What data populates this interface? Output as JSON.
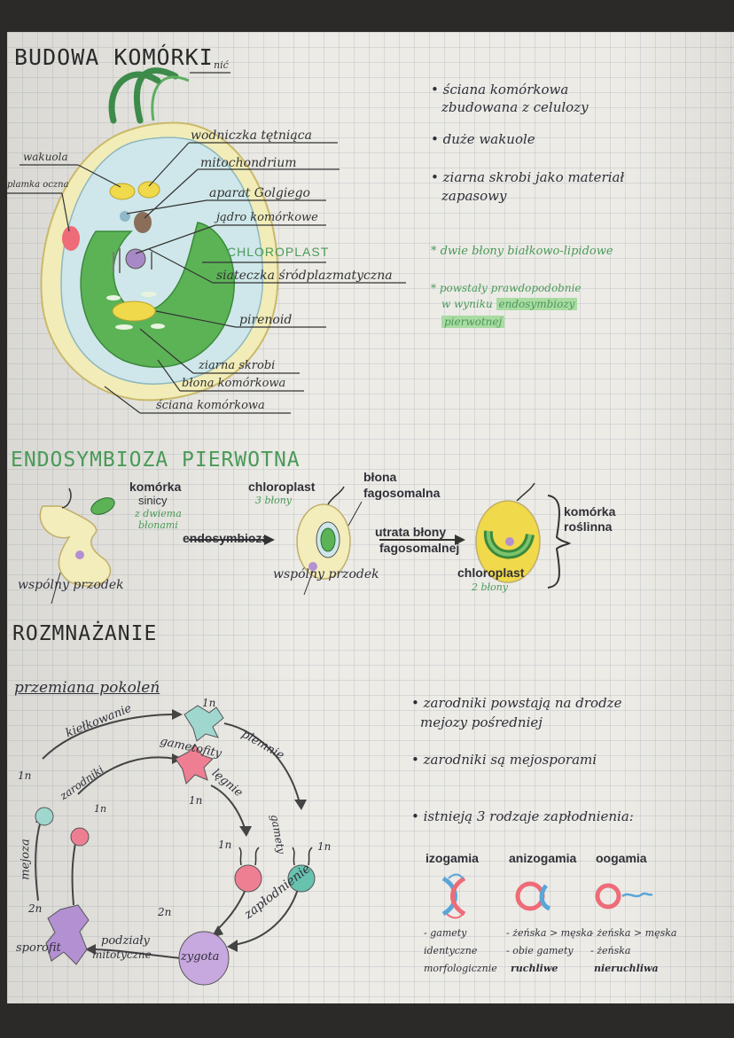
{
  "titles": {
    "budowa": "BUDOWA KOMÓRKI",
    "endosymbioza": "ENDOSYMBIOZA PIERWOTNA",
    "rozmnazanie": "ROZMNAŻANIE"
  },
  "cell_labels": {
    "nic": "nić",
    "wodniczka": "wodniczka tętniąca",
    "wakuola": "wakuola",
    "mitochondrium": "mitochondrium",
    "plamka": "plamka oczna",
    "golgi": "aparat Golgiego",
    "jadro": "jądro komórkowe",
    "chloroplast": "CHLOROPLAST",
    "siateczka": "siateczka śródplazmatyczna",
    "pirenoid": "pirenoid",
    "ziarna": "ziarna skrobi",
    "blona": "błona komórkowa",
    "sciana": "ściana komórkowa"
  },
  "notes": {
    "n1a": "ściana komórkowa",
    "n1b": "zbudowana z celulozy",
    "n2": "duże wakuole",
    "n3a": "ziarna skrobi jako materiał",
    "n3b": "zapasowy",
    "n4": "* dwie błony białkowo-lipidowe",
    "n5a": "* powstały prawdopodobnie",
    "n5b": "w wyniku",
    "n5c": "endosymbiozy",
    "n5d": "pierwotnej"
  },
  "endo": {
    "komorka_a": "komórka",
    "komorka_b": "sinicy",
    "dwiema_a": "z dwiema",
    "dwiema_b": "błonami",
    "proces1": "endosymbioza",
    "przodek1": "wspólny przodek",
    "chloroplast1": "chloroplast",
    "blony3": "3 błony",
    "blona_a": "błona",
    "blona_b": "fagosomalna",
    "przodek2": "wspólny przodek",
    "utrata_a": "utrata błony",
    "utrata_b": "fagosomalnej",
    "chloroplast2": "chloroplast",
    "blony2": "2 błony",
    "roslinna_a": "komórka",
    "roslinna_b": "roślinna"
  },
  "cycle": {
    "title": "przemiana pokoleń",
    "kielkowanie": "kiełkowanie",
    "zarodniki": "zarodniki",
    "gametofity": "gametofity",
    "plemnie": "plemnie",
    "legnie": "lęgnie",
    "gamety": "gamety",
    "zaplodnienie": "zapłodnienie",
    "mejoza": "mejoza",
    "podzialy_a": "podziały",
    "podzialy_b": "mitotyczne",
    "sporofit": "sporofit",
    "zygota": "zygota",
    "n1": "1n",
    "n2": "2n"
  },
  "repro_notes": {
    "r1a": "zarodniki powstają na drodze",
    "r1b": "mejozy pośredniej",
    "r2": "zarodniki są mejosporami",
    "r3": "istnieją 3 rodzaje zapłodnienia:",
    "types": [
      "izogamia",
      "anizogamia",
      "oogamia"
    ],
    "iz_a": "- gamety",
    "iz_b": "identyczne",
    "iz_c": "morfologicznie",
    "an_a": "- żeńska > męska",
    "an_b": "- obie gamety",
    "an_c": "ruchliwe",
    "oo_a": "- żeńska > męska",
    "oo_b": "- żeńska",
    "oo_c": "nieruchliwa"
  },
  "colors": {
    "green": "#4a9a58",
    "cell_green": "#5cb356",
    "yellow": "#f0d94a",
    "pink": "#ee7f92",
    "teal": "#67c2ae",
    "purple": "#b390d2"
  }
}
